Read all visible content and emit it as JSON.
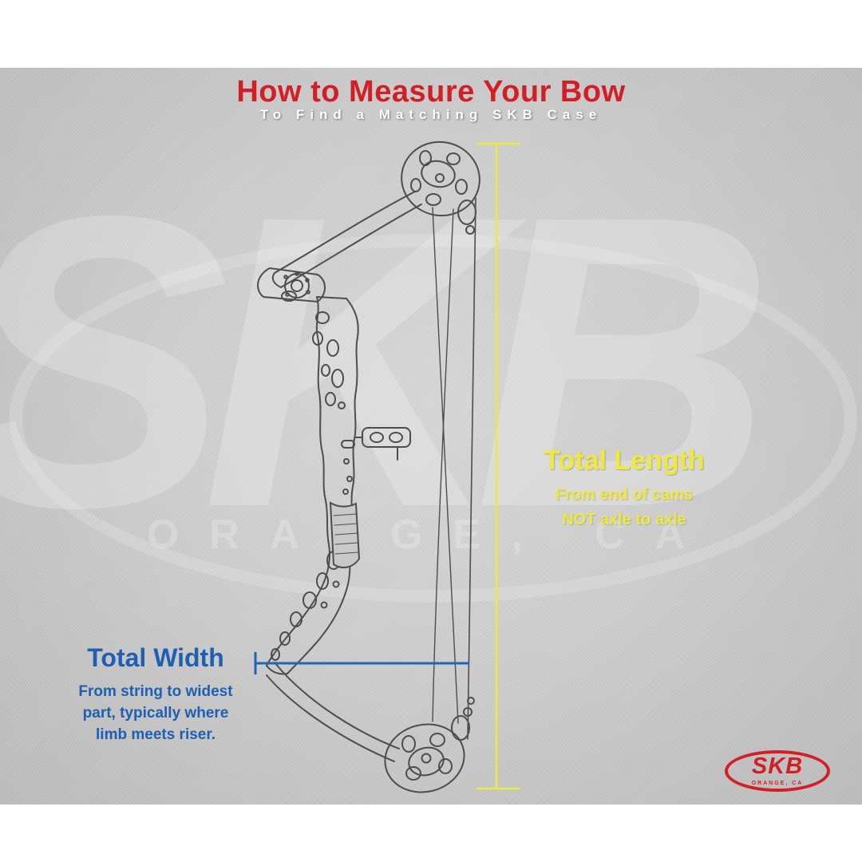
{
  "header": {
    "title": "How to Measure Your Bow",
    "subtitle": "To Find a Matching SKB Case"
  },
  "length_annotation": {
    "label": "Total Length",
    "lines": [
      "From end of cams",
      "NOT axle to axle"
    ]
  },
  "width_annotation": {
    "label": "Total Width",
    "lines": [
      "From string to widest",
      "part, typically where",
      "limb meets riser."
    ]
  },
  "logo": {
    "text": "SKB",
    "subtext": "ORANGE, CA"
  },
  "watermark": {
    "text": "SKB",
    "subtext": "ORANGE, CA"
  },
  "colors": {
    "title_red": "#d21f26",
    "measure_yellow": "#efe93f",
    "measure_blue": "#2263b2",
    "logo_red": "#d21f26",
    "bow_line": "#4d4d4d"
  }
}
